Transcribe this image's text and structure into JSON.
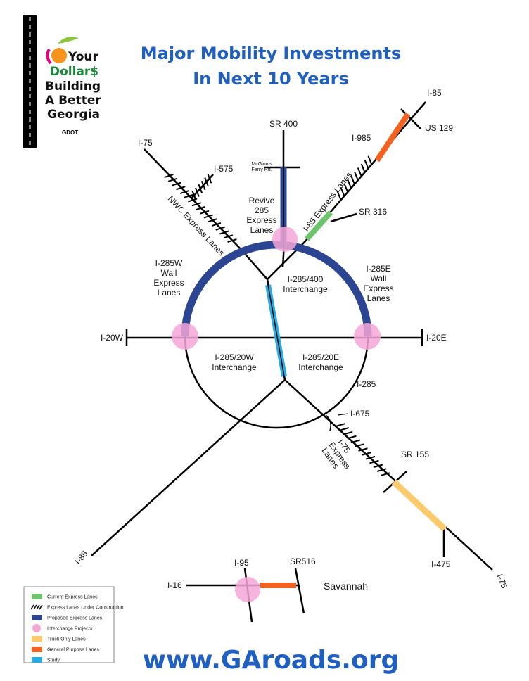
{
  "logo": {
    "line1": "Your",
    "line2": "Dollar$",
    "line3": "Building",
    "line4": "A Better",
    "line5": "Georgia",
    "agency": "GDOT"
  },
  "title": {
    "line1": "Major Mobility Investments",
    "line2": "In Next 10 Years"
  },
  "labels": {
    "sr400": "SR 400",
    "mcginnis1": "McGinnis",
    "mcginnis2": "Ferry Rd.",
    "i75nw": "I-75",
    "i575": "I-575",
    "nwc": "NWC Express Lanes",
    "revive1": "Revive",
    "revive2": "285",
    "revive3": "Express",
    "revive4": "Lanes",
    "i85ne": "I-85",
    "us129": "US 129",
    "i985": "I-985",
    "i85exp": "I-85 Express Lanes",
    "sr316": "SR 316",
    "i285w1": "I-285W",
    "i285w2": "Wall",
    "i285w3": "Express",
    "i285w4": "Lanes",
    "i285e1": "I-285E",
    "i285e2": "Wall",
    "i285e3": "Express",
    "i285e4": "Lanes",
    "i285_400a": "I-285/400",
    "i285_400b": "Interchange",
    "i20w": "I-20W",
    "i20e": "I-20E",
    "i285_20wa": "I-285/20W",
    "i285_20wb": "Interchange",
    "i285_20ea": "I-285/20E",
    "i285_20eb": "Interchange",
    "i285": "I-285",
    "i675": "I-675",
    "i75exp1": "I-75",
    "i75exp2": "Express",
    "i75exp3": "Lanes",
    "sr155": "SR 155",
    "i475": "I-475",
    "i75se": "I-75",
    "i85sw": "I-85",
    "i16": "I-16",
    "i95": "I-95",
    "sr516": "SR516",
    "savannah": "Savannah"
  },
  "legend": [
    {
      "label": "Current Express Lanes",
      "color": "#6cc46c"
    },
    {
      "label": "Express Lanes Under Construction",
      "color": "#111111"
    },
    {
      "label": "Proposed Express Lanes",
      "color": "#2b4593"
    },
    {
      "label": "Interchange Projects",
      "color": "#f4a6d7"
    },
    {
      "label": "Truck Only Lanes",
      "color": "#fcc96b"
    },
    {
      "label": "General Purpose Lanes",
      "color": "#f26322"
    },
    {
      "label": "Study",
      "color": "#29abe2"
    }
  ],
  "footer": {
    "url": "www.GAroads.org"
  }
}
